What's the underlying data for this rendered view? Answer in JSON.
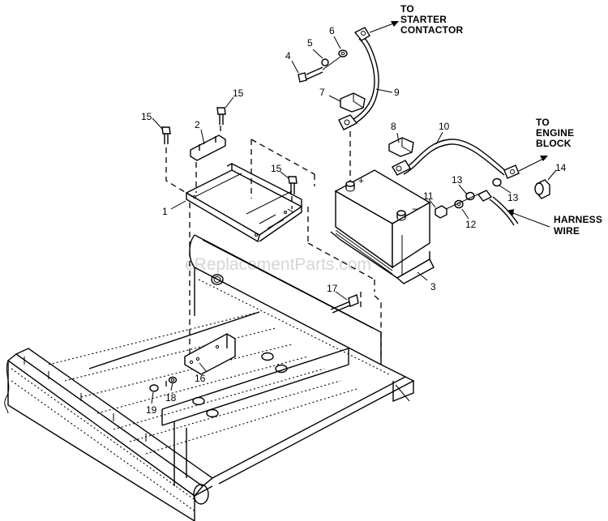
{
  "watermark": "eReplacementParts.com",
  "callouts": {
    "c1": "1",
    "c2": "2",
    "c3": "3",
    "c4": "4",
    "c5": "5",
    "c6": "6",
    "c7": "7",
    "c8": "8",
    "c9": "9",
    "c10": "10",
    "c11": "11",
    "c12": "12",
    "c13a": "13",
    "c13b": "13",
    "c14": "14",
    "c15a": "15",
    "c15b": "15",
    "c15c": "15",
    "c16": "16",
    "c17": "17",
    "c18": "18",
    "c19": "19"
  },
  "notes": {
    "starter": [
      "TO",
      "STARTER",
      "CONTACTOR"
    ],
    "engine": [
      "TO",
      "ENGINE",
      "BLOCK"
    ],
    "harness": [
      "HARNESS",
      "WIRE"
    ]
  },
  "battery_terminals": {
    "positive": "+",
    "negative": "−"
  }
}
